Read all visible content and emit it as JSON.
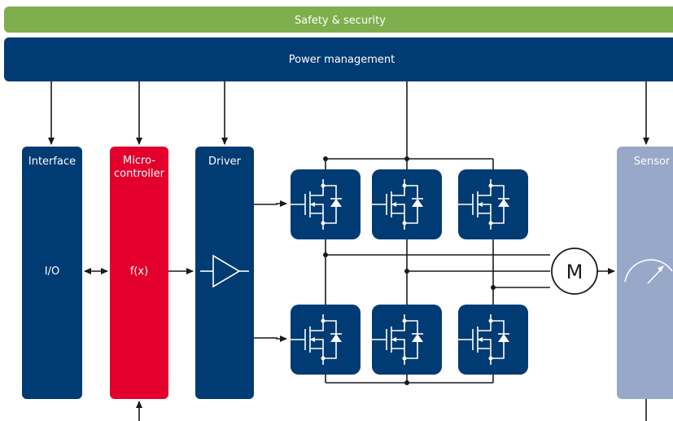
{
  "bars": {
    "safety_label": "Safety & security",
    "power_label": "Power management"
  },
  "blocks": {
    "interface": {
      "title": "Interface",
      "body": "I/O"
    },
    "microcontroller": {
      "title_line1": "Micro-",
      "title_line2": "controller",
      "body": "f(x)"
    },
    "driver": {
      "title": "Driver"
    },
    "sensor": {
      "title": "Sensor"
    }
  },
  "motor": {
    "label": "M"
  },
  "icons": {
    "driver_symbol": "amplifier-triangle-icon",
    "switch_symbol": "mosfet-transistor-icon",
    "sensor_symbol": "gauge-icon",
    "motor_symbol": "motor-circle-icon"
  },
  "colors": {
    "safety": "#7fae4e",
    "navy": "#003b73",
    "micro": "#e3002c",
    "sensor": "#98a8c8",
    "wire": "#1a1a1a"
  }
}
